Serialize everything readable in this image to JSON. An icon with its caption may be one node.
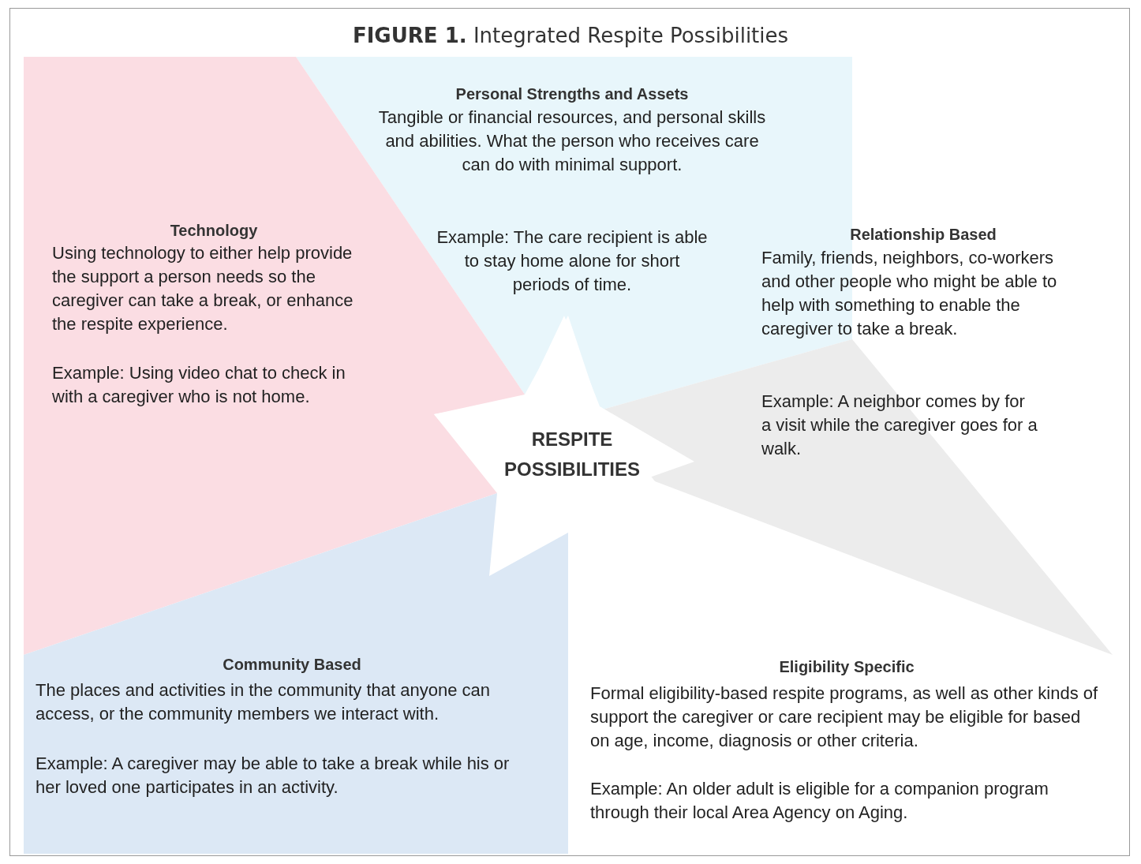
{
  "diagram": {
    "title": "**FIGURE 1.** Integrated Respite Possibilities",
    "nodes": [
      {
        "text": [
          "Personal Strengths and Assets",
          "Tangible or financial resources, and personal skills and abilities. What the person who receives care can do with minimal support.",
          "Example: The care recipient is able to stay home alone for short periods of time."
        ]
      },
      {
        "text": [
          "Technology",
          "Using technology to either help provide the support a person needs so the caregiver can take a break, or enhance the respite experience.",
          "Example: Using video chat to check in with a caregiver who is not home."
        ]
      },
      {
        "text": [
          "Relationship Based",
          "Family, friends, neighbors, co-workers and other people who might be able to help with something to enable the caregiver to take a break.",
          "Example: A neighbor comes by for a visit while the caregiver goes for a walk."
        ]
      },
      {
        "text": [
          "RESPITE POSSIBILITIES"
        ]
      },
      {
        "text": [
          "Community Based",
          "The places and activities in the community that anyone can access, or the community members we interact with.",
          "Example: A caregiver may be able to take a break while his or her loved one participates in an activity."
        ]
      },
      {
        "text": [
          "Eligibility Specific",
          "Formal eligibility-based respite programs, as well as other kinds of support the caregiver or care recipient may be eligible for based on age, income, diagnosis or other criteria.",
          "Example: An older adult is eligible for a companion program through their local Area Agency on Aging."
        ]
      }
    ],
    "edges": []
  }
}
